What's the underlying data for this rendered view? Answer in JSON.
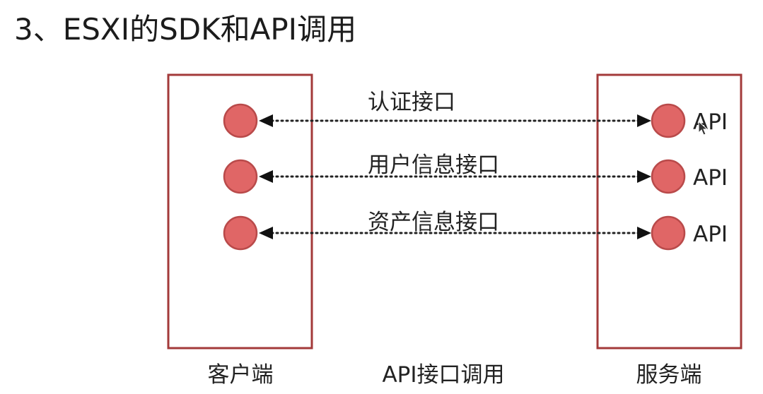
{
  "title": "3、ESXI的SDK和API调用",
  "client": {
    "label": "客户端"
  },
  "server": {
    "label": "服务端"
  },
  "caption": "API接口调用",
  "interfaces": [
    {
      "label": "认证接口",
      "endpoint": "API"
    },
    {
      "label": "用户信息接口",
      "endpoint": "API"
    },
    {
      "label": "资产信息接口",
      "endpoint": "API"
    }
  ],
  "colors": {
    "box_border": "#a33a3a",
    "node_fill": "#e06666",
    "node_border": "#b94a4a",
    "arrow": "#111111"
  }
}
